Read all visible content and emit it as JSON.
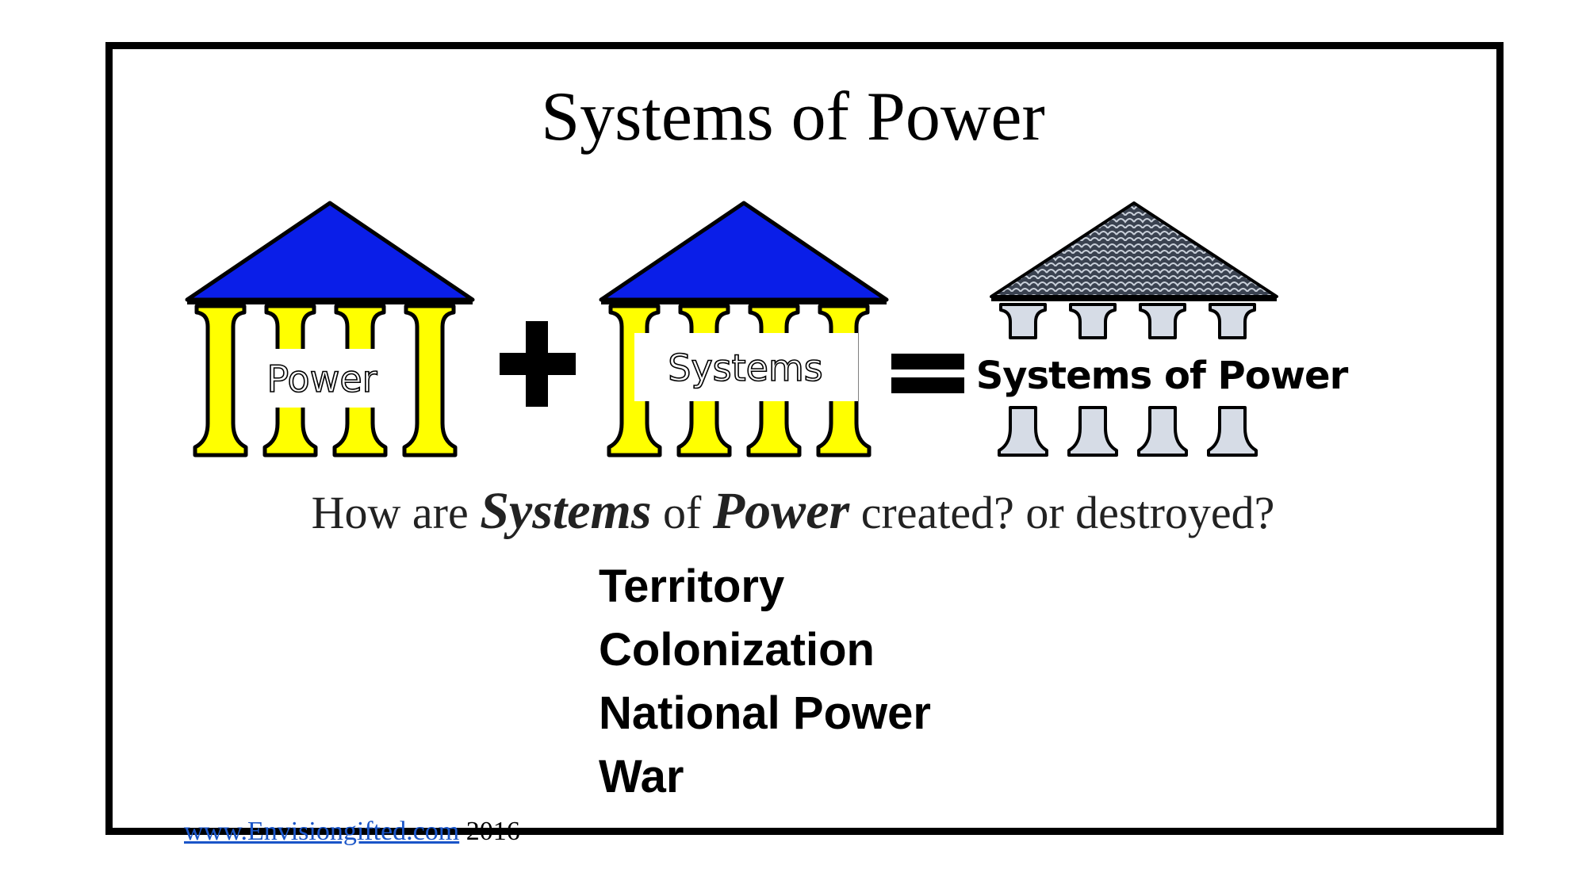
{
  "title": "Systems of Power",
  "diagram": {
    "left_label": "Power",
    "middle_label": "Systems",
    "result_label": "Systems of Power",
    "plus_symbol": "plus",
    "equals_symbol": "equals",
    "colors": {
      "roof": "#0a1ee8",
      "column": "#ffff00",
      "result_column": "#d6dce6",
      "result_roof": "#3a4250",
      "outline": "#000000"
    }
  },
  "question": {
    "part1": "How are ",
    "em1": "Systems",
    "part2": " of ",
    "em2": "Power",
    "part3": " created? or destroyed?"
  },
  "list": [
    "Territory",
    "Colonization",
    "National Power",
    "War"
  ],
  "footer": {
    "link_text": "www.Envisiongifted.com",
    "year": "2016"
  }
}
